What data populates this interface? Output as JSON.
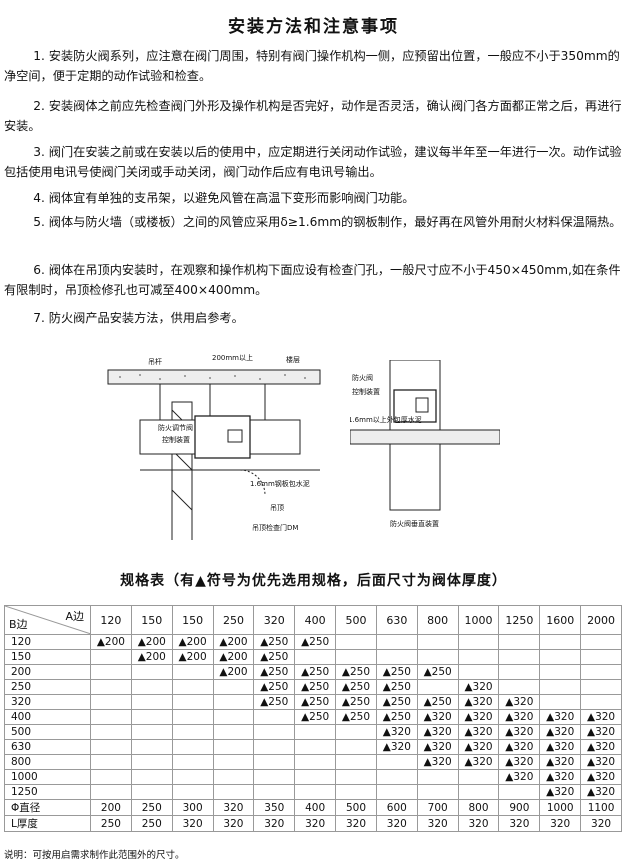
{
  "title": "安装方法和注意事项",
  "paragraphs": [
    "1. 安装防火阀系列，应注意在阀门周围，特别有阀门操作机构一侧，应预留出位置，一般应不小于350mm的净空间，便于定期的动作试验和检查。",
    "2. 安装阀体之前应先检查阀门外形及操作机构是否完好，动作是否灵活，确认阀门各方面都正常之后，再进行安装。",
    "3. 阀门在安装之前或在安装以后的使用中，应定期进行关闭动作试验，建议每半年至一年进行一次。动作试验包括使用电讯号使阀门关闭或手动关闭，阀门动作后应有电讯号输出。",
    "4. 阀体宜有单独的支吊架，以避免风管在高温下变形而影响阀门功能。",
    "5. 阀体与防火墙（或楼板）之间的风管应采用δ≥1.6mm的钢板制作，最好再在风管外用耐火材料保温隔热。",
    "6. 阀体在吊顶内安装时，在观察和操作机构下面应设有检查门孔，一般尺寸应不小于450×450mm,如在条件有限制时，吊顶检修孔也可减至400×400mm。",
    "7. 防火阀产品安装方法，供用启参考。"
  ],
  "diagram_left": {
    "hanger": "吊杆",
    "gap": "200mm以上",
    "floor": "楼层",
    "valve": "防火调节阀",
    "control": "控制装置",
    "plate": "1.6mm钢板包水泥",
    "ceiling": "吊顶",
    "door": "吊顶检查门DM"
  },
  "diagram_right": {
    "valve": "防火阀",
    "control": "控制装置",
    "plate": "1.6mm以上外包厚水泥",
    "caption": "防火阀垂直装置"
  },
  "spec": {
    "title": "规格表（有▲符号为优先选用规格，后面尺寸为阀体厚度）",
    "corner_a": "A边",
    "corner_b": "B边",
    "a_values": [
      "120",
      "150",
      "150",
      "250",
      "320",
      "400",
      "500",
      "630",
      "800",
      "1000",
      "1250",
      "1600",
      "2000"
    ],
    "rows": [
      {
        "b": "120",
        "cells": [
          "▲200",
          "▲200",
          "▲200",
          "▲200",
          "▲250",
          "▲250",
          "",
          "",
          "",
          "",
          "",
          "",
          ""
        ]
      },
      {
        "b": "150",
        "cells": [
          "",
          "▲200",
          "▲200",
          "▲200",
          "▲250",
          "",
          "",
          "",
          "",
          "",
          "",
          "",
          ""
        ]
      },
      {
        "b": "200",
        "cells": [
          "",
          "",
          "",
          "▲200",
          "▲250",
          "▲250",
          "▲250",
          "▲250",
          "▲250",
          "",
          "",
          "",
          ""
        ]
      },
      {
        "b": "250",
        "cells": [
          "",
          "",
          "",
          "",
          "▲250",
          "▲250",
          "▲250",
          "▲250",
          "",
          "▲320",
          "",
          "",
          ""
        ]
      },
      {
        "b": "320",
        "cells": [
          "",
          "",
          "",
          "",
          "▲250",
          "▲250",
          "▲250",
          "▲250",
          "▲250",
          "▲320",
          "▲320",
          "",
          ""
        ]
      },
      {
        "b": "400",
        "cells": [
          "",
          "",
          "",
          "",
          "",
          "▲250",
          "▲250",
          "▲250",
          "▲320",
          "▲320",
          "▲320",
          "▲320",
          "▲320"
        ]
      },
      {
        "b": "500",
        "cells": [
          "",
          "",
          "",
          "",
          "",
          "",
          "",
          "▲320",
          "▲320",
          "▲320",
          "▲320",
          "▲320",
          "▲320"
        ]
      },
      {
        "b": "630",
        "cells": [
          "",
          "",
          "",
          "",
          "",
          "",
          "",
          "▲320",
          "▲320",
          "▲320",
          "▲320",
          "▲320",
          "▲320"
        ]
      },
      {
        "b": "800",
        "cells": [
          "",
          "",
          "",
          "",
          "",
          "",
          "",
          "",
          "▲320",
          "▲320",
          "▲320",
          "▲320",
          "▲320"
        ]
      },
      {
        "b": "1000",
        "cells": [
          "",
          "",
          "",
          "",
          "",
          "",
          "",
          "",
          "",
          "",
          "▲320",
          "▲320",
          "▲320"
        ]
      },
      {
        "b": "1250",
        "cells": [
          "",
          "",
          "",
          "",
          "",
          "",
          "",
          "",
          "",
          "",
          "",
          "▲320",
          "▲320"
        ]
      }
    ],
    "diameter_label": "Φ直径",
    "diameters": [
      "200",
      "250",
      "300",
      "320",
      "350",
      "400",
      "500",
      "600",
      "700",
      "800",
      "900",
      "1000",
      "1100"
    ],
    "thickness_label": "L厚度",
    "thickness": [
      "250",
      "250",
      "320",
      "320",
      "320",
      "320",
      "320",
      "320",
      "320",
      "320",
      "320",
      "320",
      "320"
    ]
  },
  "note": "说明：可按用启需求制作此范围外的尺寸。"
}
